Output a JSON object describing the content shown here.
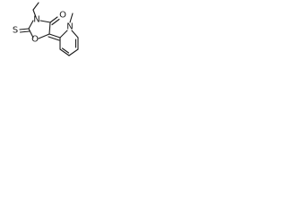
{
  "diagram": {
    "type": "chemical-structure",
    "atoms": {
      "n_thiazolidine": "N",
      "o_carbonyl": "O",
      "o_ring": "O",
      "s_thione": "S",
      "n_pyridine": "N"
    },
    "substituents": {
      "ethyl": "ethyl",
      "methyl": "methyl"
    }
  }
}
